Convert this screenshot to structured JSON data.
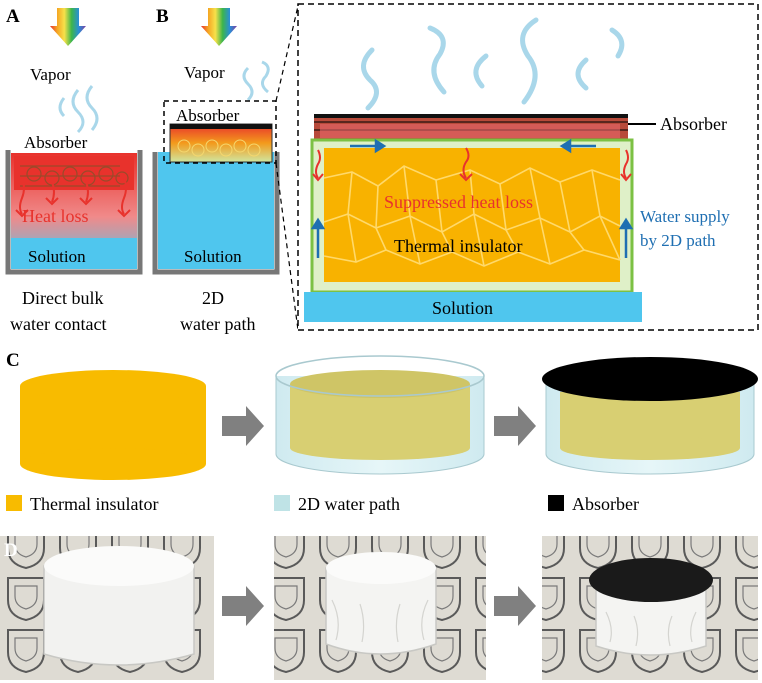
{
  "panels": {
    "a": "A",
    "b": "B",
    "c": "C",
    "d": "D"
  },
  "panel_a": {
    "vapor": "Vapor",
    "absorber": "Absorber",
    "heat_loss": "Heat  loss",
    "solution": "Solution",
    "caption_line1": "Direct bulk",
    "caption_line2": "water contact"
  },
  "panel_b": {
    "vapor": "Vapor",
    "absorber": "Absorber",
    "solution": "Solution",
    "caption_line1": "2D",
    "caption_line2": "water path"
  },
  "zoom": {
    "absorber": "Absorber",
    "suppressed_heat_loss": "Suppressed heat loss",
    "thermal_insulator": "Thermal insulator",
    "water_supply_line1": "Water supply",
    "water_supply_line2": "by 2D path",
    "solution": "Solution"
  },
  "panel_c": {
    "legend": [
      {
        "label": "Thermal insulator",
        "color": "#f8bb00"
      },
      {
        "label": "2D water path",
        "color": "#bfe3e6"
      },
      {
        "label": "Absorber",
        "color": "#000000"
      }
    ]
  },
  "colors": {
    "insulator": "#f8bb00",
    "water_path": "#bfe3e6",
    "absorber": "#000000",
    "solution": "#4fc6ee",
    "arrow": "#808080",
    "heat": "#e8322c",
    "supply": "#1f6fb2"
  }
}
